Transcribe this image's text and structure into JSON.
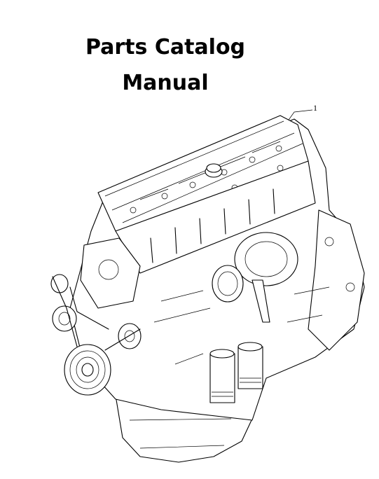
{
  "title": {
    "line1": "Parts Catalog",
    "line2": "Manual"
  },
  "illustration": {
    "callout_number": "1"
  }
}
